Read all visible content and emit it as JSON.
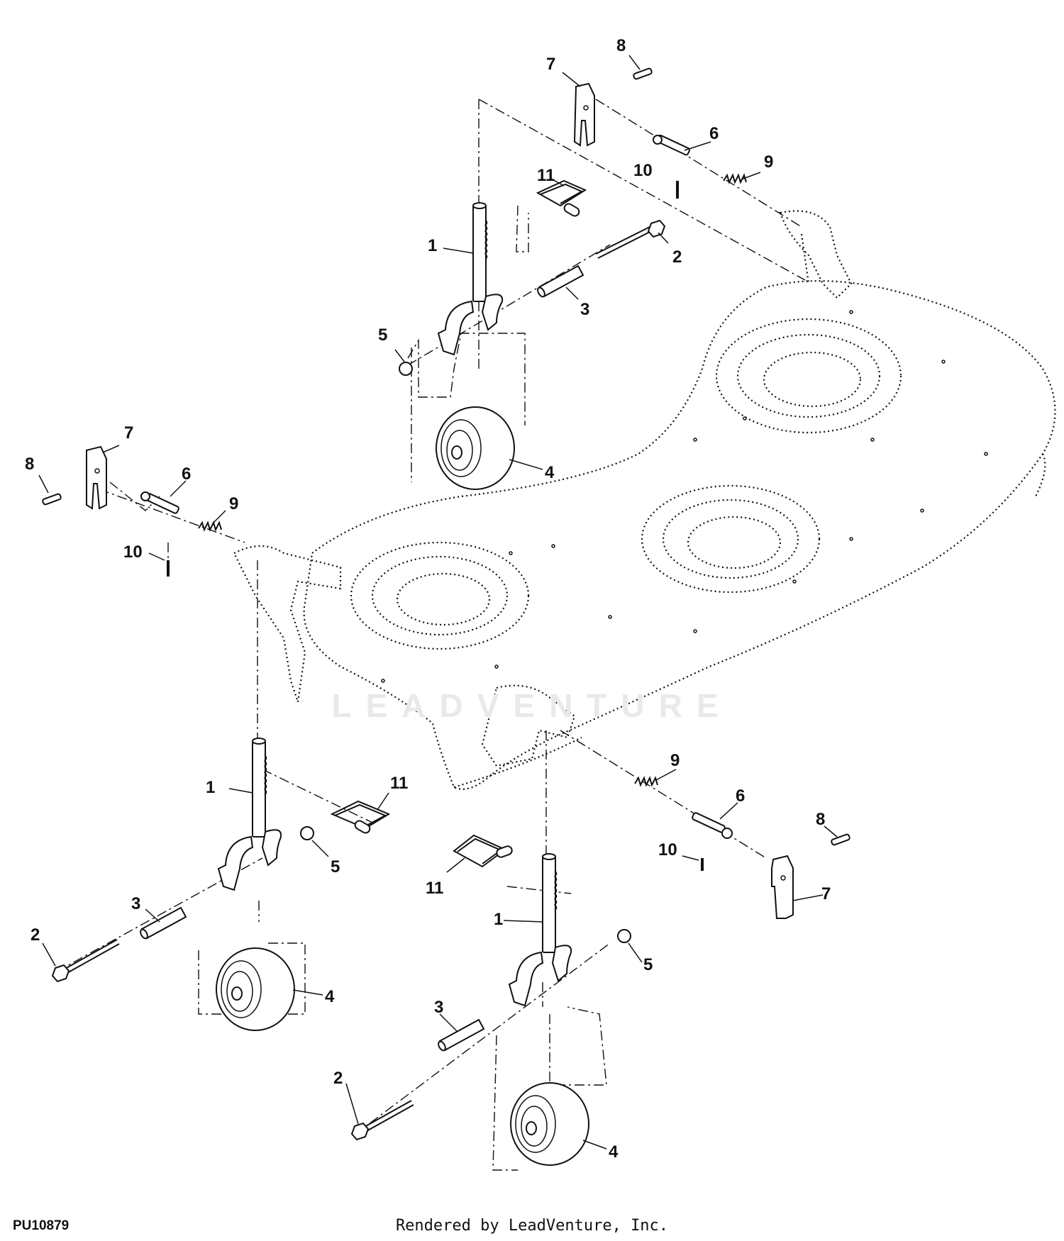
{
  "figure_code": "PU10879",
  "render_credit": "Rendered by LeadVenture, Inc.",
  "watermark_text": "LEADVENTURE",
  "callouts": [
    {
      "id": "c8a",
      "text": "8"
    },
    {
      "id": "c7a",
      "text": "7"
    },
    {
      "id": "c6a",
      "text": "6"
    },
    {
      "id": "c10a",
      "text": "10"
    },
    {
      "id": "c9a",
      "text": "9"
    },
    {
      "id": "c11a",
      "text": "11"
    },
    {
      "id": "c1a",
      "text": "1"
    },
    {
      "id": "c2a",
      "text": "2"
    },
    {
      "id": "c3a",
      "text": "3"
    },
    {
      "id": "c5a",
      "text": "5"
    },
    {
      "id": "c4a",
      "text": "4"
    },
    {
      "id": "c7b",
      "text": "7"
    },
    {
      "id": "c8b",
      "text": "8"
    },
    {
      "id": "c6b",
      "text": "6"
    },
    {
      "id": "c9b",
      "text": "9"
    },
    {
      "id": "c10b",
      "text": "10"
    },
    {
      "id": "c9c",
      "text": "9"
    },
    {
      "id": "c1b",
      "text": "1"
    },
    {
      "id": "c11b",
      "text": "11"
    },
    {
      "id": "c6c",
      "text": "6"
    },
    {
      "id": "c8c",
      "text": "8"
    },
    {
      "id": "c5b",
      "text": "5"
    },
    {
      "id": "c10c",
      "text": "10"
    },
    {
      "id": "c11c",
      "text": "11"
    },
    {
      "id": "c7c",
      "text": "7"
    },
    {
      "id": "c3b",
      "text": "3"
    },
    {
      "id": "c1c",
      "text": "1"
    },
    {
      "id": "c2b",
      "text": "2"
    },
    {
      "id": "c4b",
      "text": "4"
    },
    {
      "id": "c5c",
      "text": "5"
    },
    {
      "id": "c3c",
      "text": "3"
    },
    {
      "id": "c2c",
      "text": "2"
    },
    {
      "id": "c4c",
      "text": "4"
    }
  ]
}
